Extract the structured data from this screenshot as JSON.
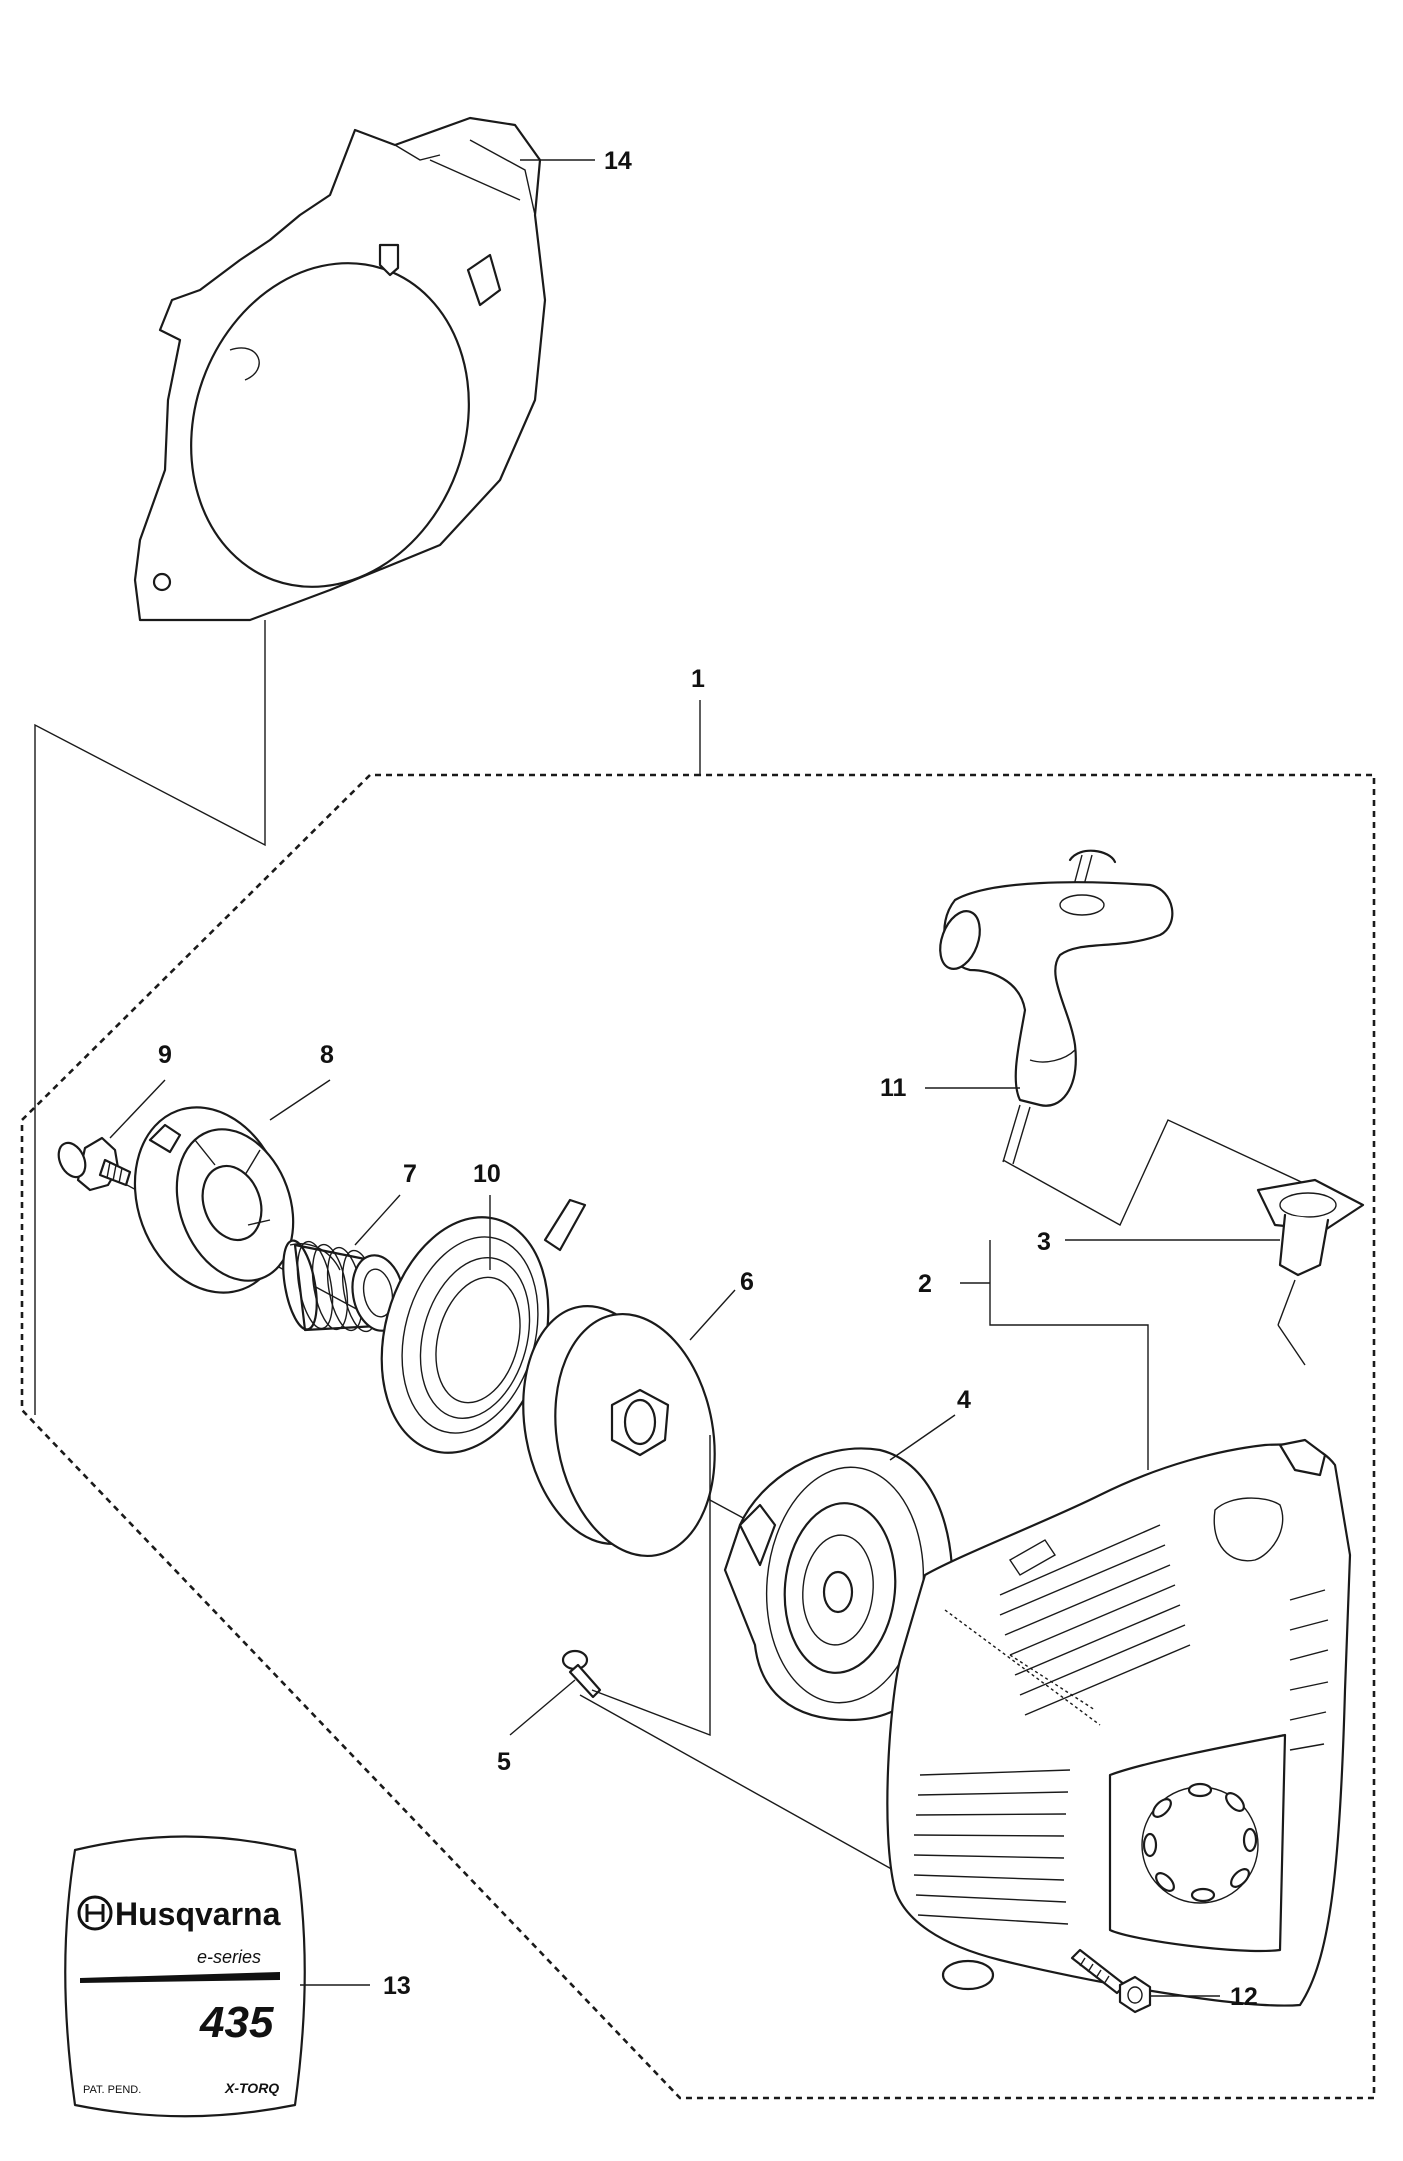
{
  "callouts": {
    "c1": "1",
    "c2": "2",
    "c3": "3",
    "c4": "4",
    "c5": "5",
    "c6": "6",
    "c7": "7",
    "c8": "8",
    "c9": "9",
    "c10": "10",
    "c11": "11",
    "c12": "12",
    "c13": "13",
    "c14": "14"
  },
  "decal": {
    "brand": "Husqvarna",
    "series": "e-series",
    "model": "435",
    "patent": "PAT. PEND.",
    "engine": "X-TORQ"
  }
}
